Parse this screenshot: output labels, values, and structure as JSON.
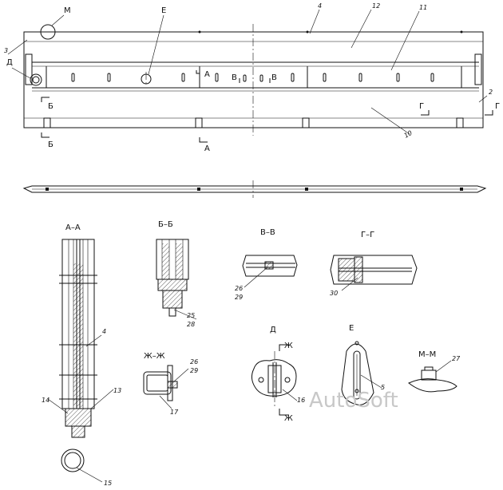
{
  "top_view": {
    "marks": [
      "М",
      "Е",
      "Д",
      "Б",
      "Б",
      "Г",
      "Г",
      "А",
      "А",
      "В",
      "В"
    ],
    "callouts": [
      "3",
      "4",
      "12",
      "11",
      "2",
      "10"
    ]
  },
  "sections": {
    "aa": "А–А",
    "bb": "Б–Б",
    "vv": "В–В",
    "gg": "Г–Г",
    "zhzh": "Ж–Ж",
    "d": "Д",
    "e": "Е",
    "mm": "М–М"
  },
  "callouts": {
    "aa": [
      "4",
      "13",
      "14",
      "15"
    ],
    "bb": [
      "25",
      "28"
    ],
    "vv": [
      "26",
      "29"
    ],
    "gg": [
      "30"
    ],
    "zhzh": [
      "26",
      "29",
      "17"
    ],
    "d": [
      "Ж",
      "Ж",
      "16"
    ],
    "e": [
      "5"
    ],
    "mm": [
      "27"
    ]
  },
  "watermark": "AutoSoft"
}
